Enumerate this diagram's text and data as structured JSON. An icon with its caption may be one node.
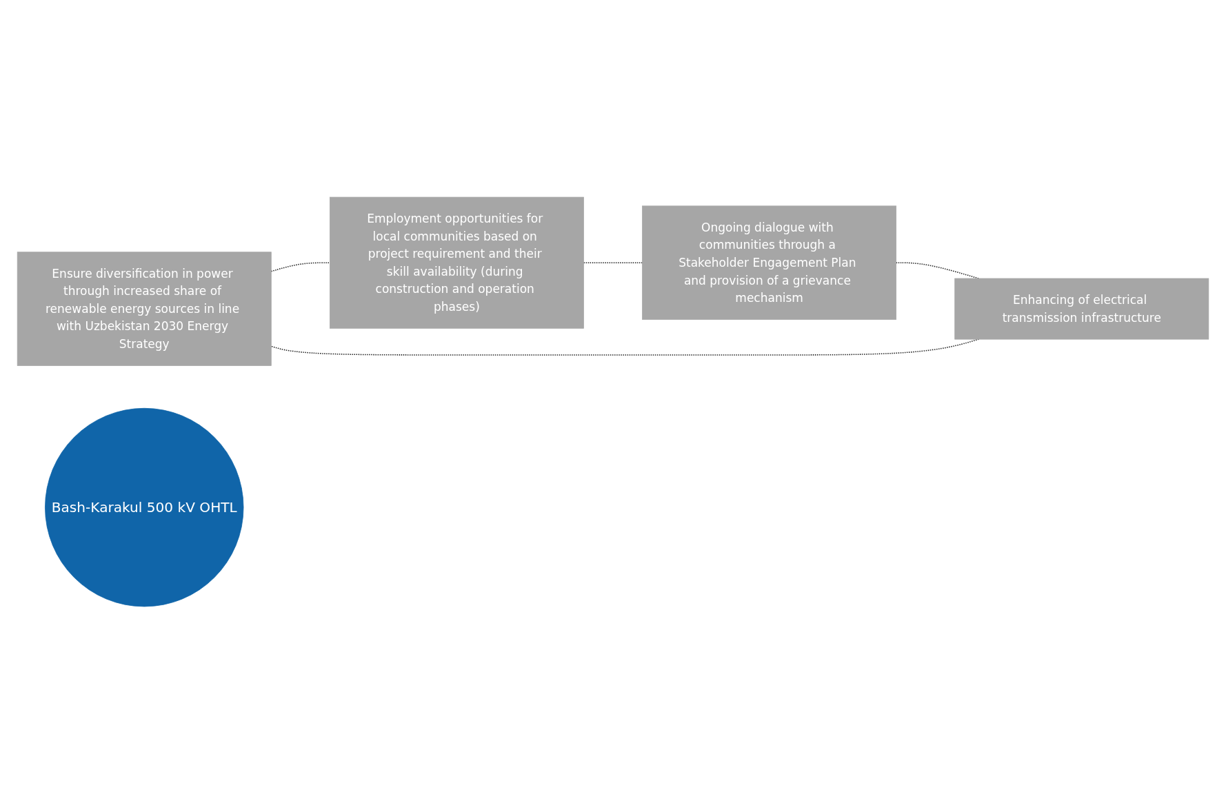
{
  "diagram": {
    "nodes": [
      {
        "text": [
          "Ensure diversification in power through increased share of renewable energy sources in line with Uzbekistan 2030 Energy Strategy"
        ]
      },
      {
        "text": [
          "Enhancing of electrical transmission infrastructure"
        ]
      },
      {
        "text": [
          "Bash-Karakul 500 kV OHTL"
        ]
      },
      {
        "text": [
          "Employment opportunities for local communities based on project requirement and their skill availability (during construction and operation phases)"
        ]
      },
      {
        "text": [
          "Ongoing dialogue with communities through a Stakeholder Engagement Plan and provision of a grievance mechanism"
        ]
      }
    ],
    "edges": [
      {
        "from": 0,
        "to": 3,
        "arrow": "none",
        "style": "dashed"
      },
      {
        "from": 3,
        "to": 4,
        "arrow": "none",
        "style": "dashed"
      },
      {
        "from": 4,
        "to": 1,
        "arrow": "none",
        "style": "dashed"
      },
      {
        "from": 1,
        "to": 0,
        "arrow": "none",
        "style": "dashed"
      }
    ]
  }
}
